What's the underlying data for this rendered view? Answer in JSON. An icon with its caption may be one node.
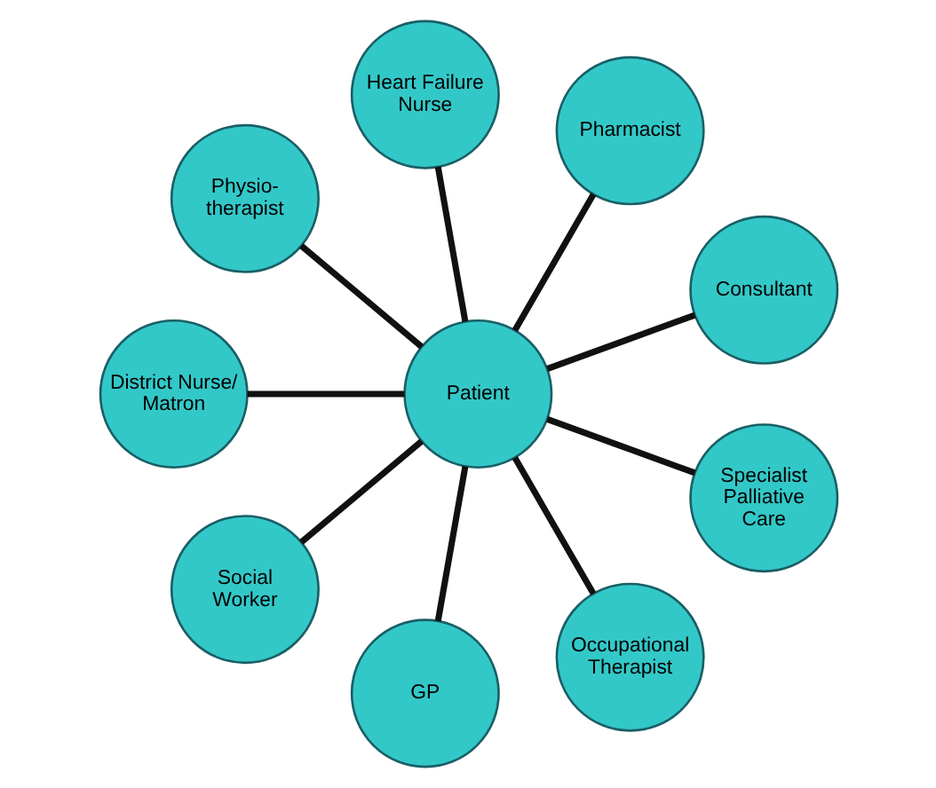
{
  "diagram": {
    "nodes": [
      {
        "text": [
          "Consultant"
        ]
      },
      {
        "text": [
          "Pharmacist"
        ]
      },
      {
        "text": [
          "Heart Failure Nurse"
        ]
      },
      {
        "text": [
          "Physio- therapist"
        ]
      },
      {
        "text": [
          "Patient"
        ]
      },
      {
        "text": [
          "District Nurse/ Matron"
        ]
      },
      {
        "text": [
          "Social Worker"
        ]
      },
      {
        "text": [
          "GP"
        ]
      },
      {
        "text": [
          "Occupational Therapist"
        ]
      },
      {
        "text": [
          "Specialist Palliative Care"
        ]
      }
    ],
    "edges": [
      {
        "from": 4,
        "to": 0,
        "arrow": "none"
      },
      {
        "from": 4,
        "to": 2,
        "arrow": "none"
      },
      {
        "from": 4,
        "to": 5,
        "arrow": "none"
      },
      {
        "from": 4,
        "to": 7,
        "arrow": "none"
      },
      {
        "from": 4,
        "to": 9,
        "arrow": "none"
      },
      {
        "from": 4,
        "to": 8,
        "arrow": "none"
      },
      {
        "from": 4,
        "to": 6,
        "arrow": "none"
      },
      {
        "from": 4,
        "to": 3,
        "arrow": "none"
      },
      {
        "from": 4,
        "to": 1,
        "arrow": "none"
      }
    ]
  }
}
